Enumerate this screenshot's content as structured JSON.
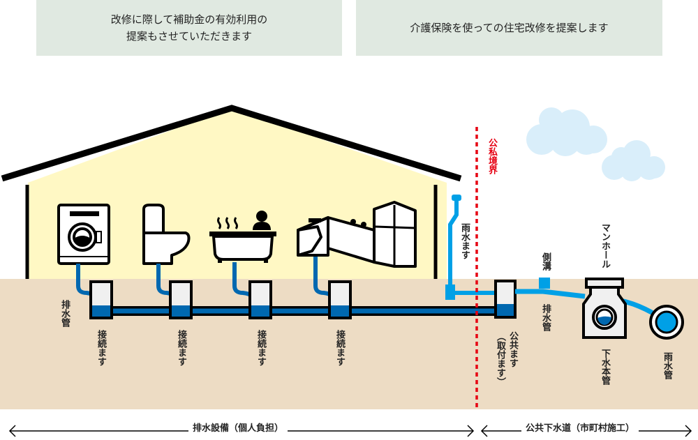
{
  "banners": {
    "left_line1": "改修に際して補助金の有効利用の",
    "left_line2": "提案もさせていただきます",
    "right": "介護保険を使っての住宅改修を提案します"
  },
  "labels": {
    "boundary": "公私境界",
    "rainwater_basin": "雨水ます",
    "drain_pipe_left": "排水管",
    "connection_basin_1": "接続ます",
    "connection_basin_2": "接続ます",
    "connection_basin_3": "接続ます",
    "connection_basin_4": "接続ます",
    "public_basin": "公共ます",
    "public_basin_sub": "（取付ます）",
    "side_ditch": "側溝",
    "drain_pipe_right": "排水管",
    "manhole": "マンホール",
    "sewer_main": "下水本管",
    "rainwater_pipe": "雨水管"
  },
  "fixtures": [
    "washing-machine",
    "toilet",
    "bathtub",
    "kitchen"
  ],
  "footer": {
    "private_section": "排水設備（個人負担）",
    "public_section": "公共下水道（市町村施工）"
  },
  "colors": {
    "house_fill": "#fff8c4",
    "ground": "#eddcc4",
    "pipe_dark": "#0068b0",
    "pipe_light": "#00a0e6",
    "boundary_red": "#e60012",
    "cloud": "#d9eefa",
    "banner_bg": "#e0e9e1"
  }
}
